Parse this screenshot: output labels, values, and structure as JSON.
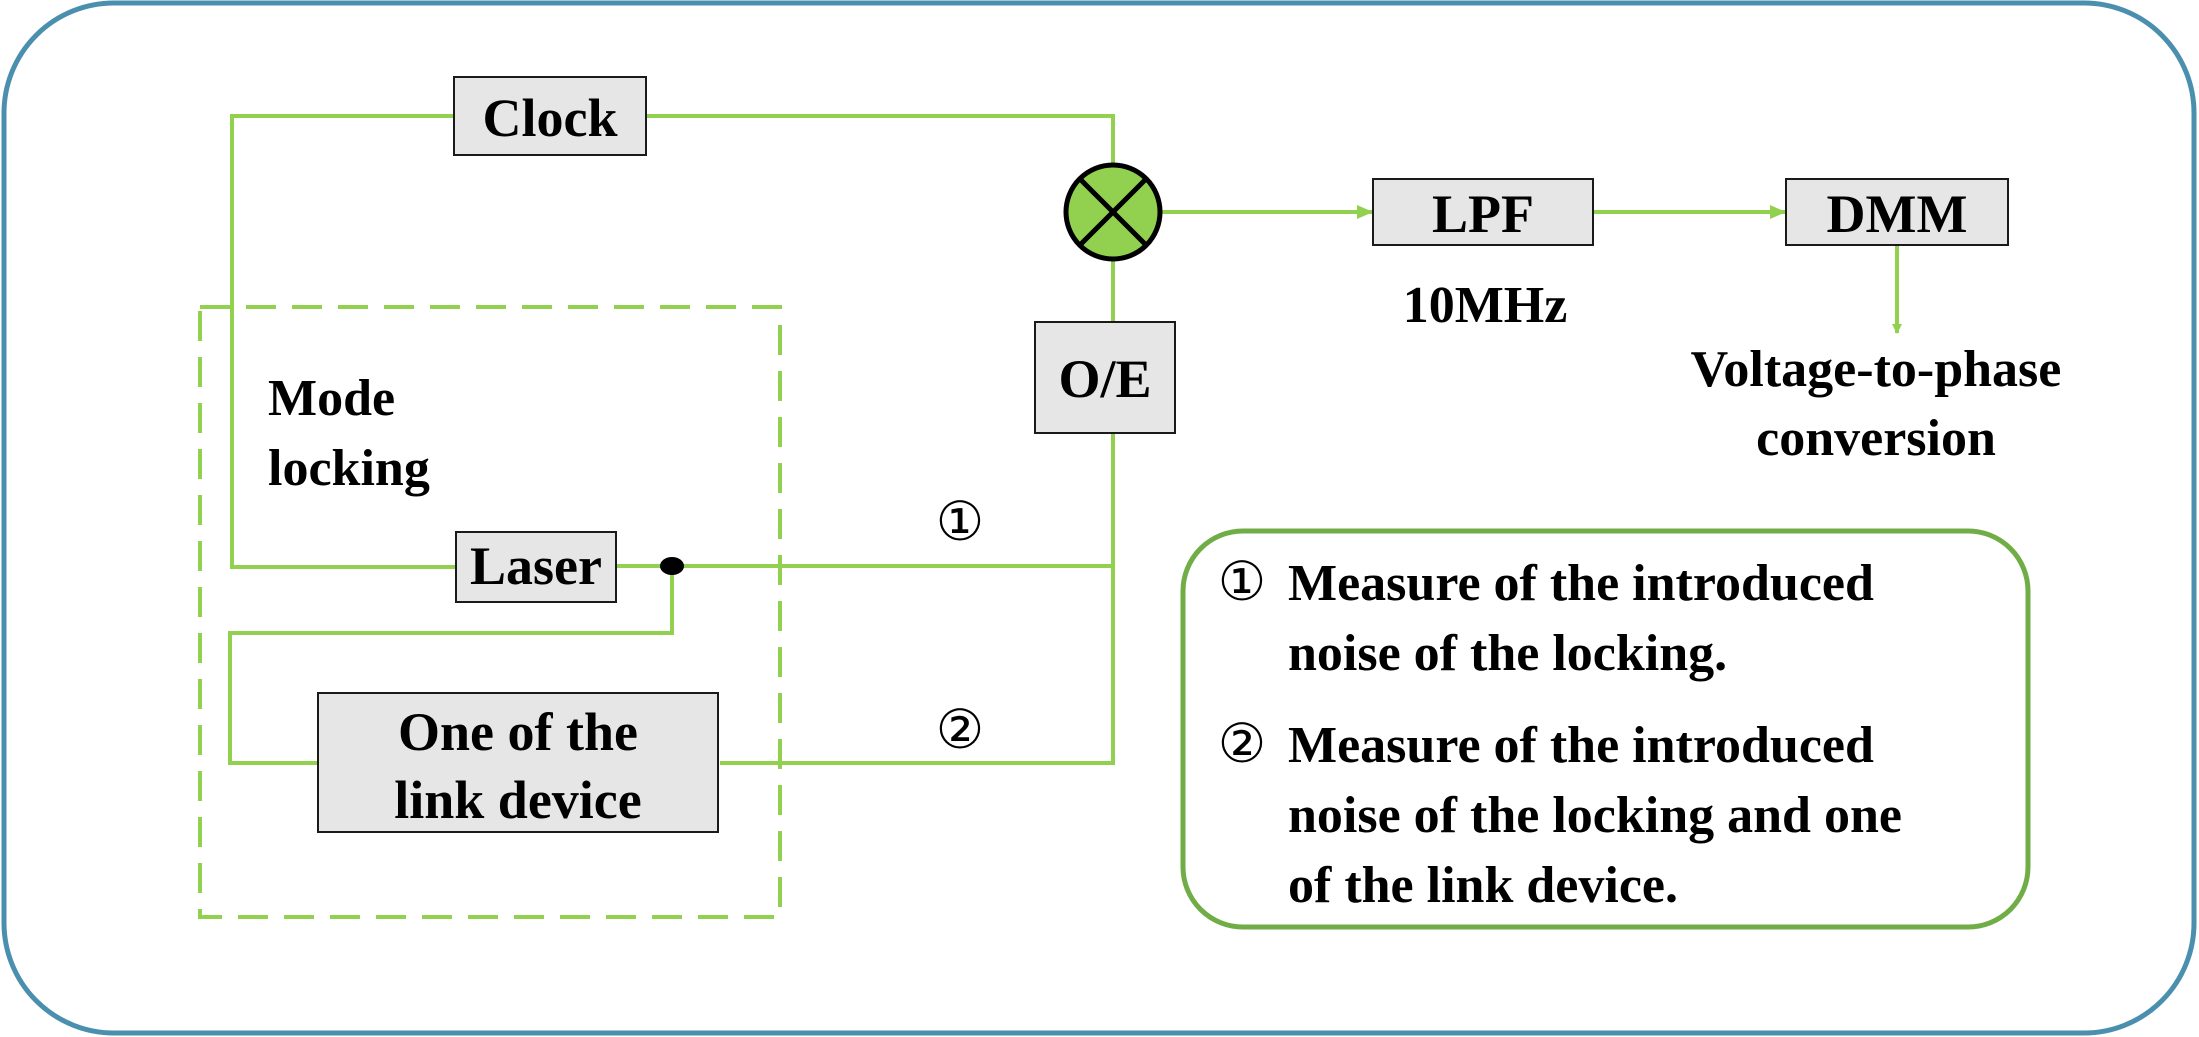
{
  "blocks": {
    "clock": "Clock",
    "lpf": "LPF",
    "lpf_freq": "10MHz",
    "dmm": "DMM",
    "oe": "O/E",
    "laser": "Laser",
    "link_device": [
      "One of the",
      "link device"
    ]
  },
  "mode_locking": [
    "Mode",
    "locking"
  ],
  "conversion": [
    "Voltage-to-phase",
    "conversion"
  ],
  "path_markers": {
    "one": "①",
    "two": "②"
  },
  "legend": {
    "item1": {
      "marker": "①",
      "lines": [
        "Measure of the introduced",
        "noise of the locking."
      ]
    },
    "item2": {
      "marker": "②",
      "lines": [
        "Measure of the introduced",
        "noise of the locking and one",
        "of the link device."
      ]
    }
  },
  "colors": {
    "frame": "#4a8fae",
    "wire": "#92d050",
    "dashed_region": "#92d050",
    "mixer_fill": "#92d050",
    "legend_border": "#70ad47",
    "box_fill": "#e6e6e6"
  }
}
